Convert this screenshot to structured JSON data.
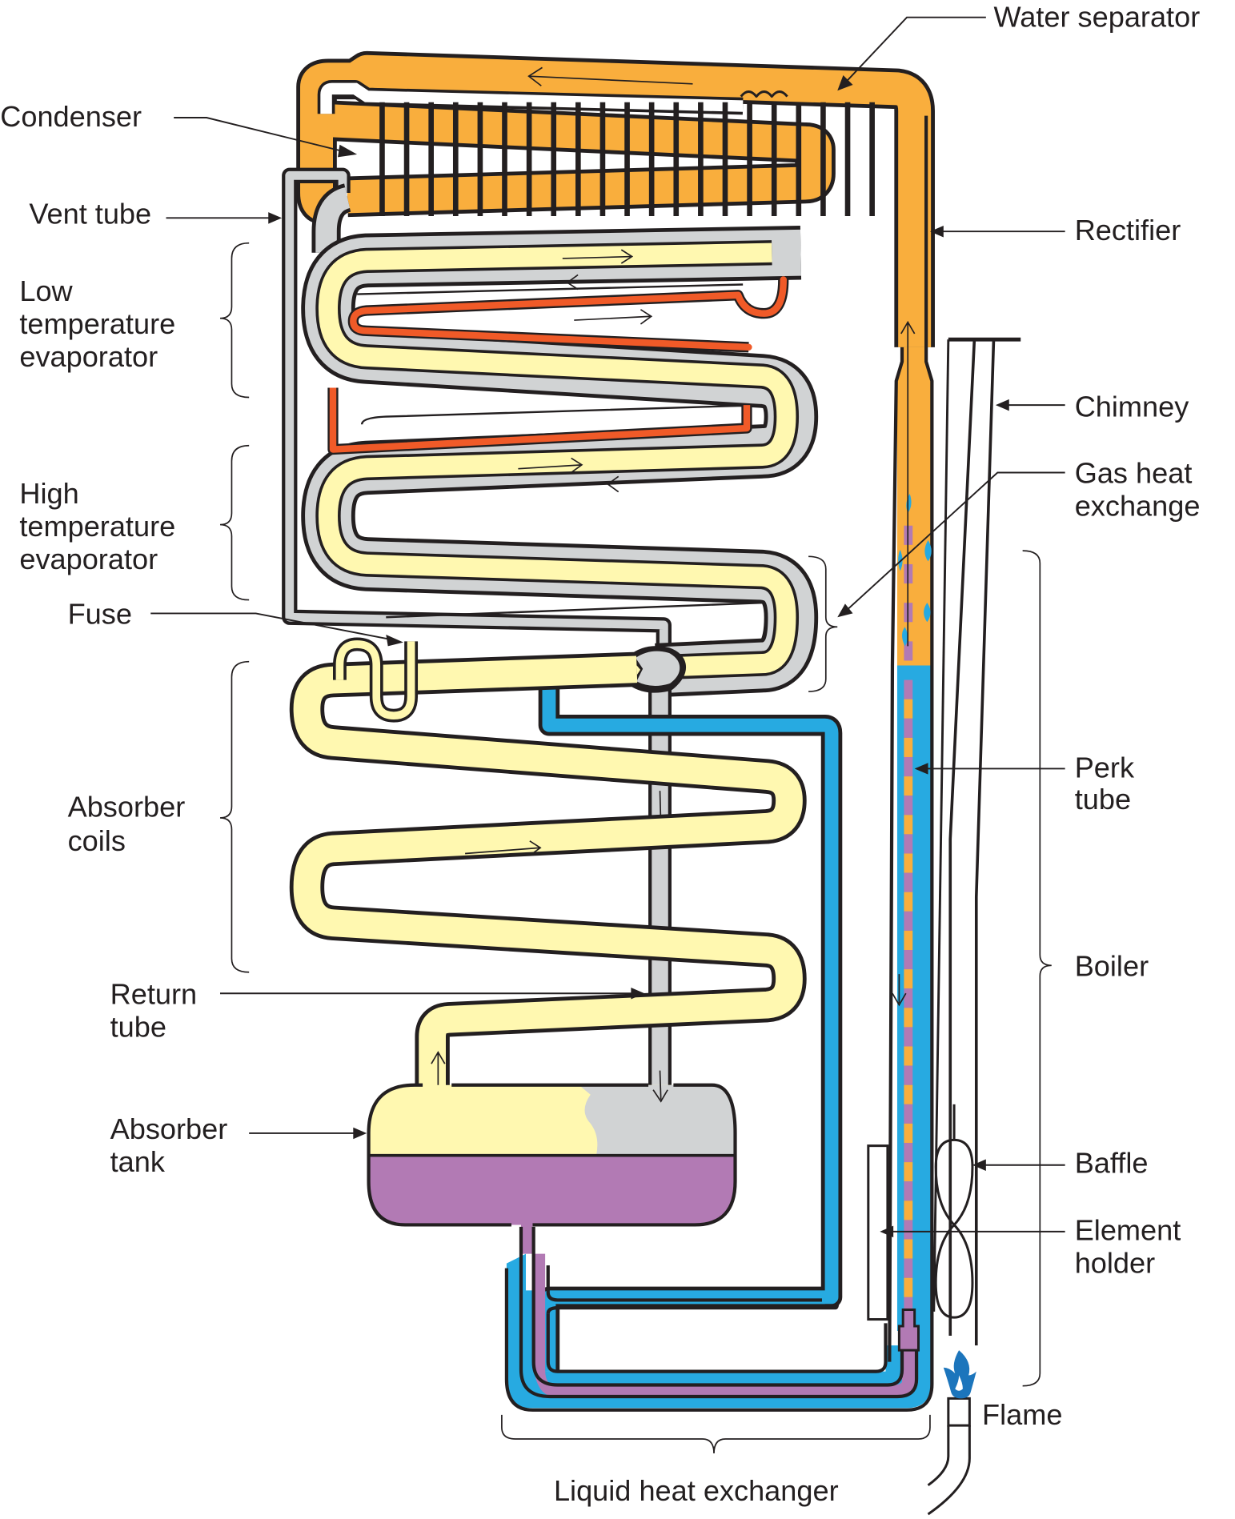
{
  "diagram": {
    "title": "Absorption refrigerator cooling unit",
    "colors": {
      "ammonia_vapor_rich": "#f9ae3d",
      "hydrogen_gas": "#d1d3d4",
      "ammonia_hydrogen_mix": "#fff8b0",
      "liquid_ammonia": "#f05a28",
      "weak_solution": "#27aae1",
      "strong_solution": "#b27ab4",
      "flame": "#1c75bc",
      "outline": "#231f20"
    },
    "labels": {
      "water_separator": "Water separator",
      "condenser": "Condenser",
      "vent_tube": "Vent tube",
      "rectifier": "Rectifier",
      "low_temp_evaporator": [
        "Low",
        "temperature",
        "evaporator"
      ],
      "chimney": "Chimney",
      "gas_heat_exchange": [
        "Gas heat",
        "exchange"
      ],
      "high_temp_evaporator": [
        "High",
        "temperature",
        "evaporator"
      ],
      "fuse": "Fuse",
      "perk_tube": [
        "Perk",
        "tube"
      ],
      "absorber_coils": [
        "Absorber",
        "coils"
      ],
      "boiler": "Boiler",
      "return_tube": [
        "Return",
        "tube"
      ],
      "absorber_tank": [
        "Absorber",
        "tank"
      ],
      "baffle": "Baffle",
      "element_holder": [
        "Element",
        "holder"
      ],
      "flame": "Flame",
      "liquid_heat_exchanger": "Liquid heat exchanger"
    }
  }
}
